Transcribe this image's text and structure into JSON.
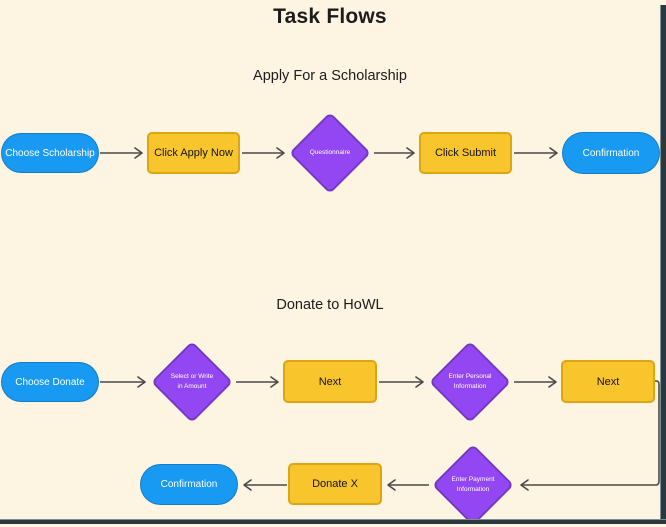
{
  "page": {
    "title": "Task Flows"
  },
  "colors": {
    "background": "#FDF4E1",
    "blue": "#1899F2",
    "yellow": "#F8C52C",
    "yellow_border": "#DCA514",
    "purple": "#9347F2",
    "arrow": "#4A4A4A",
    "border_strip": "#2B383D"
  },
  "flows": [
    {
      "title": "Apply For a Scholarship",
      "nodes": [
        {
          "shape": "pill",
          "label": "Choose Scholarship"
        },
        {
          "shape": "rect",
          "label": "Click Apply Now"
        },
        {
          "shape": "diamond",
          "label": "Questionnaire"
        },
        {
          "shape": "rect",
          "label": "Click Submit"
        },
        {
          "shape": "pill",
          "label": "Confirmation"
        }
      ]
    },
    {
      "title": "Donate to HoWL",
      "nodes": [
        {
          "shape": "pill",
          "label": "Choose Donate"
        },
        {
          "shape": "diamond",
          "label": "Select or Write\nin Amount"
        },
        {
          "shape": "rect",
          "label": "Next"
        },
        {
          "shape": "diamond",
          "label": "Enter Personal\nInformation"
        },
        {
          "shape": "rect",
          "label": "Next"
        },
        {
          "shape": "diamond",
          "label": "Enter Payment\nInformation"
        },
        {
          "shape": "rect",
          "label": "Donate X"
        },
        {
          "shape": "pill",
          "label": "Confirmation"
        }
      ]
    }
  ]
}
